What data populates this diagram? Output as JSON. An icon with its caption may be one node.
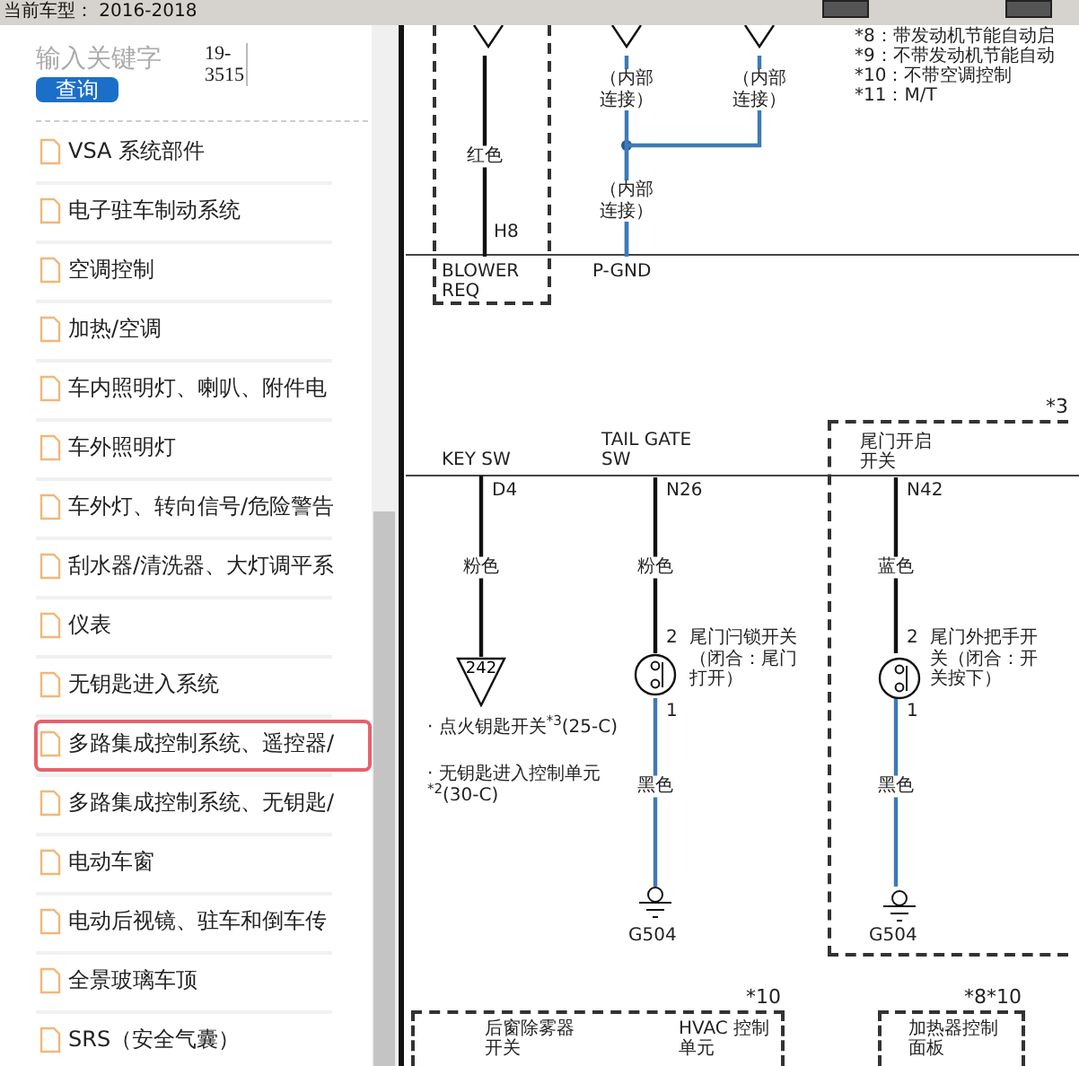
{
  "diagram": {
    "nodes": [
      {
        "text": [],
        "shape": "box"
      },
      {
        "text": [
          "BLOWER REQ"
        ],
        "in": 0,
        "beside": [
          "H8"
        ]
      },
      {
        "text": [],
        "shape": "connector",
        "in": 0
      },
      {
        "text": [],
        "shape": "connector"
      },
      {
        "text": [],
        "shape": "connector"
      },
      {
        "text": [
          "P-GND"
        ]
      },
      {
        "text": [
          "KEY SW"
        ],
        "beside": [
          "D4"
        ]
      },
      {
        "text": [
          "TAIL GATE SW"
        ],
        "beside": [
          "N26"
        ]
      },
      {
        "text": [
          "*3"
        ]
      },
      {
        "text": [
          "尾门开启开关"
        ],
        "in": 8,
        "beside": [
          "N42"
        ]
      },
      {
        "text": [
          "242"
        ],
        "beside": [
          "· 点火钥匙开关$^{*3}$(25-C)",
          "· 无钥匙进入控制单元$^{*2}$(30-C)"
        ]
      },
      {
        "text": [],
        "shape": "switch",
        "beside": [
          "2",
          "1",
          "尾门闩锁开关（闭合：尾门打开）"
        ]
      },
      {
        "text": [],
        "shape": "switch",
        "in": 8,
        "beside": [
          "2",
          "1",
          "尾门外把手开关（闭合：开关按下）"
        ]
      },
      {
        "text": [],
        "shape": "ground",
        "beside": [
          "G504"
        ]
      },
      {
        "text": [],
        "shape": "ground",
        "in": 8,
        "beside": [
          "G504"
        ]
      },
      {
        "text": [
          "*10"
        ]
      },
      {
        "text": [
          "后窗除雾器开关"
        ],
        "in": 15
      },
      {
        "text": [
          "HVAC 控制单元"
        ],
        "in": 15
      },
      {
        "text": [
          "*8*10"
        ]
      },
      {
        "text": [
          "加热器控制面板"
        ],
        "in": 18
      }
    ],
    "edges": [
      {
        "from": 2,
        "to": 1,
        "arrow": "none",
        "label": "红色"
      },
      {
        "from": 3,
        "to": 5,
        "arrow": "none",
        "label": "（内部连接）",
        "color": "#3d7ab8"
      },
      {
        "from": 4,
        "to": 5,
        "arrow": "none",
        "label": "（内部连接）",
        "color": "#3d7ab8"
      },
      {
        "from": 6,
        "to": 10,
        "arrow": "none",
        "label": "粉色"
      },
      {
        "from": 7,
        "to": 11,
        "arrow": "none",
        "label": "粉色"
      },
      {
        "from": 9,
        "to": 12,
        "arrow": "none",
        "label": "蓝色"
      },
      {
        "from": 11,
        "to": 13,
        "arrow": "none",
        "label": "黑色",
        "color": "#3d7ab8"
      },
      {
        "from": 12,
        "to": 14,
        "arrow": "none",
        "label": "黑色",
        "color": "#3d7ab8"
      }
    ],
    "labels": [
      "当前车型： 2016-2018",
      "输入关键字",
      "19-3515",
      "查询",
      "VSA 系统部件",
      "电子驻车制动系统",
      "空调控制",
      "加热/空调",
      "车内照明灯、喇叭、附件电",
      "车外照明灯",
      "车外灯、转向信号/危险警告",
      "刮水器/清洗器、大灯调平系",
      "仪表",
      "无钥匙进入系统",
      "多路集成控制系统、遥控器/",
      "多路集成控制系统、无钥匙/",
      "电动车窗",
      "电动后视镜、驻车和倒车传",
      "全景玻璃车顶",
      "SRS（安全气囊）",
      "*8：带发动机节能自动启",
      "*9：不带发动机节能自动",
      "*10：不带空调控制",
      "*11：M/T",
      "（内部连接）"
    ]
  }
}
